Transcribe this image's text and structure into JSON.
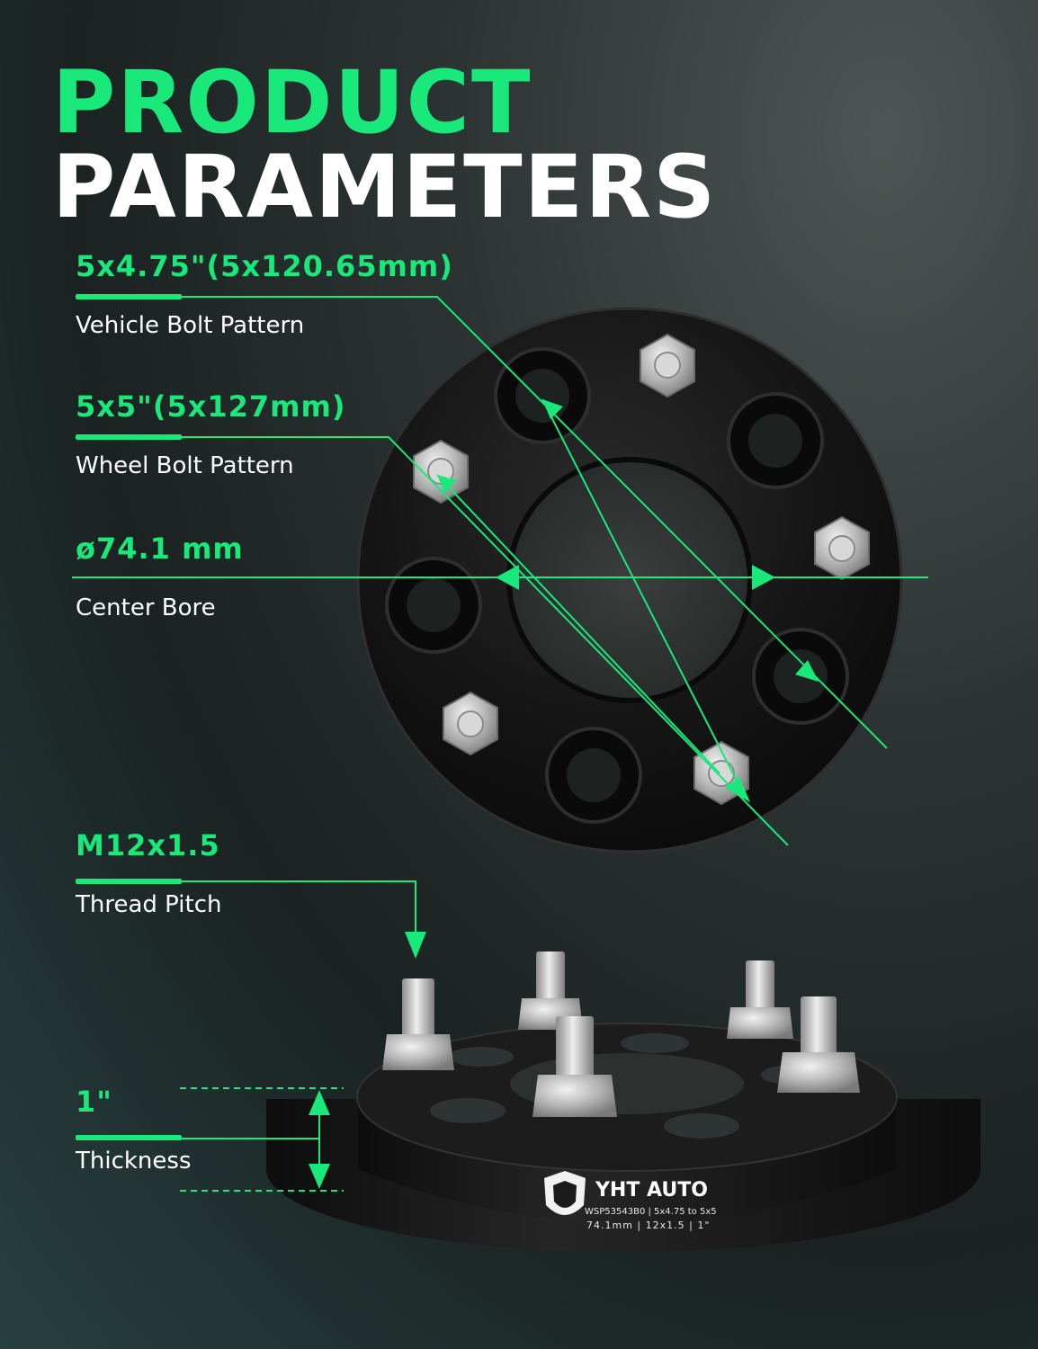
{
  "header": {
    "title_line1": "PRODUCT",
    "title_line2": "PARAMETERS"
  },
  "params": [
    {
      "value": "5x4.75\"(5x120.65mm)",
      "label": "Vehicle Bolt Pattern"
    },
    {
      "value": "5x5\"(5x127mm)",
      "label": "Wheel Bolt Pattern"
    },
    {
      "value": "ø74.1 mm",
      "label": "Center Bore"
    },
    {
      "value": "M12x1.5",
      "label": "Thread Pitch"
    },
    {
      "value": "1\"",
      "label": "Thickness"
    }
  ],
  "product": {
    "brand": "YHT AUTO",
    "engraving_line1": "WSP53543B0  |  5x4.75 to 5x5",
    "engraving_line2": "74.1mm | 12x1.5 | 1\""
  },
  "colors": {
    "accent": "#19e87a",
    "text": "#ffffff",
    "background": "#232b2b",
    "spacer": "#141414"
  }
}
